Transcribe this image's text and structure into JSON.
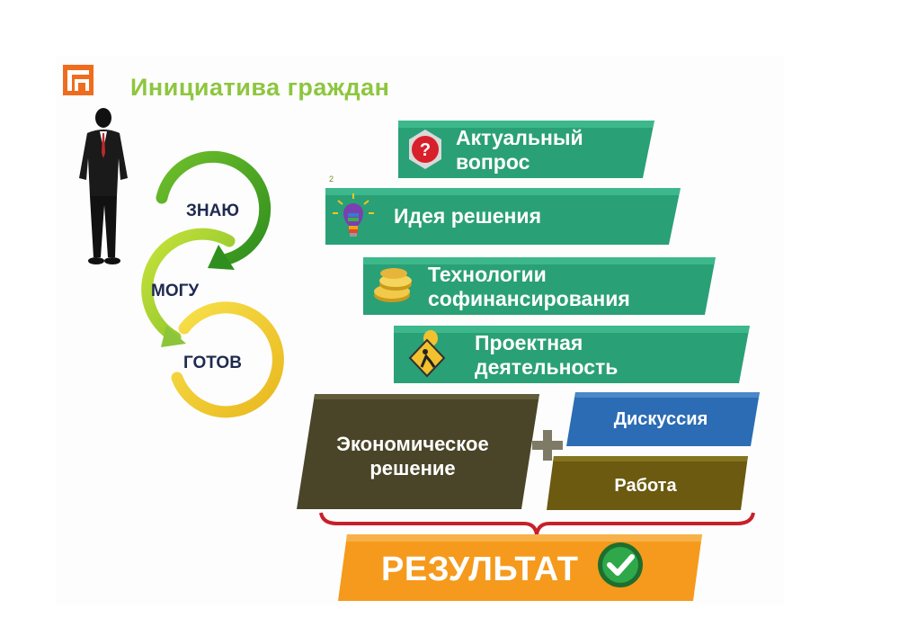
{
  "header": {
    "title": "Инициатива граждан"
  },
  "cycle": {
    "know": "ЗНАЮ",
    "can": "МОГУ",
    "ready": "ГОТОВ"
  },
  "steps": [
    {
      "line1": "Актуальный",
      "line2": "вопрос",
      "icon": "question-icon"
    },
    {
      "line1": "Идея решения",
      "icon": "lightbulb-icon"
    },
    {
      "line1": "Технологии",
      "line2": "софинансирования",
      "icon": "coins-icon"
    },
    {
      "line1": "Проектная",
      "line2": "деятельность",
      "icon": "worker-sign-icon"
    }
  ],
  "economic": {
    "line1": "Экономическое",
    "line2": "решение"
  },
  "discussion": "Дискуссия",
  "work": "Работа",
  "result": "РЕЗУЛЬТАТ",
  "slide_number": "2",
  "colors": {
    "green_title": "#8dc63f",
    "teal": "#2aa077",
    "dark_olive": "#4a4528",
    "blue": "#2c6cb4",
    "olive": "#6b5a10",
    "orange": "#f59a1c",
    "logo_orange": "#ef6c1f"
  }
}
